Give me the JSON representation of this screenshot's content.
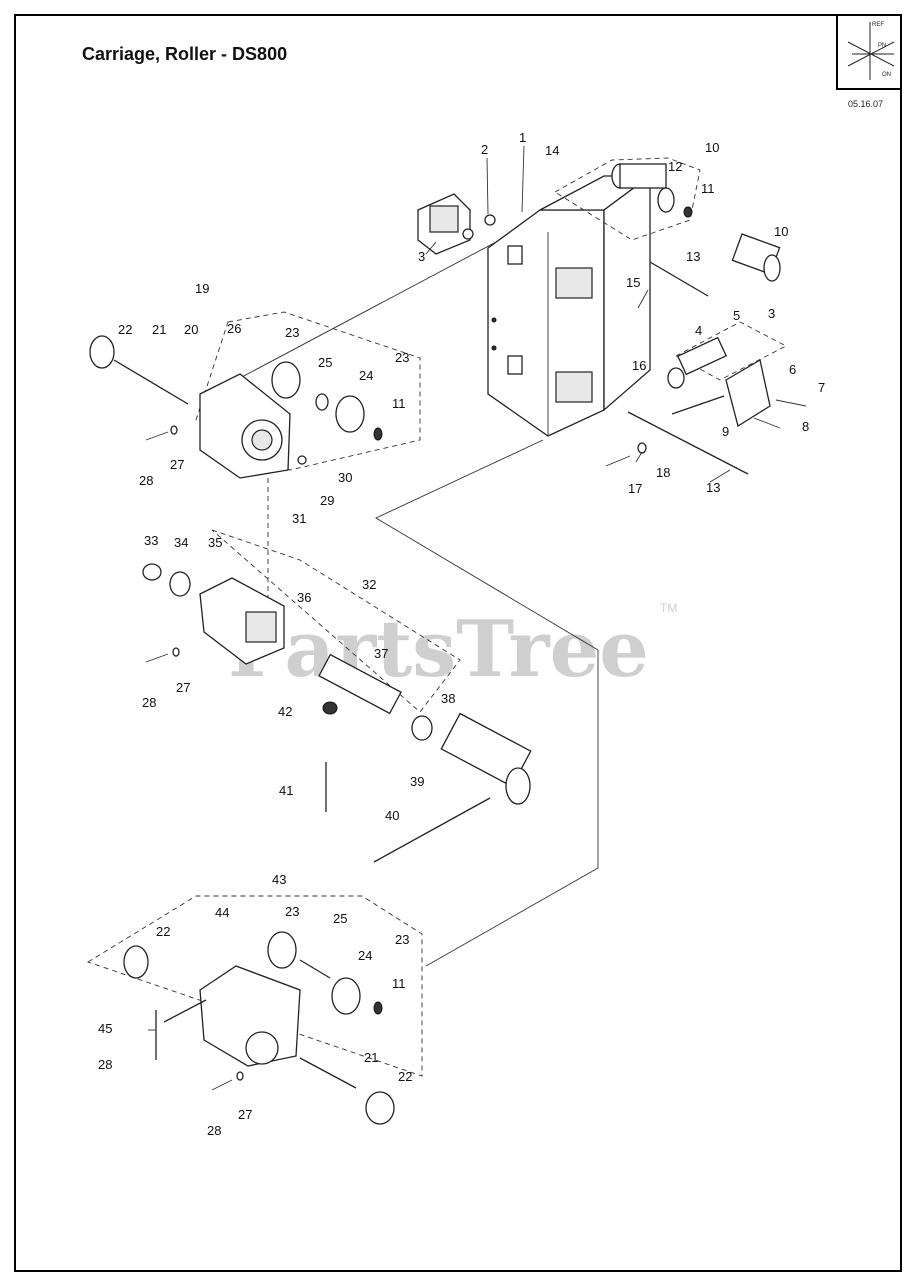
{
  "header": {
    "title": "Carriage, Roller - DS800",
    "date_code": "05.16.07"
  },
  "compass": {
    "labels": [
      "REF",
      "PN",
      "ON"
    ]
  },
  "watermark": {
    "text": "PartsTree",
    "tm": "TM"
  },
  "callouts": {
    "c1": "1",
    "c2": "2",
    "c3a": "3",
    "c3b": "3",
    "c4": "4",
    "c5": "5",
    "c6": "6",
    "c7": "7",
    "c8": "8",
    "c9": "9",
    "c10a": "10",
    "c10b": "10",
    "c11a": "11",
    "c11b": "11",
    "c11c": "11",
    "c12": "12",
    "c13a": "13",
    "c13b": "13",
    "c14": "14",
    "c15": "15",
    "c16": "16",
    "c17": "17",
    "c18": "18",
    "c19": "19",
    "c20": "20",
    "c21a": "21",
    "c21b": "21",
    "c22a": "22",
    "c22b": "22",
    "c22c": "22",
    "c23a": "23",
    "c23b": "23",
    "c23c": "23",
    "c23d": "23",
    "c24a": "24",
    "c24b": "24",
    "c25a": "25",
    "c25b": "25",
    "c26": "26",
    "c27a": "27",
    "c27b": "27",
    "c27c": "27",
    "c28a": "28",
    "c28b": "28",
    "c28c": "28",
    "c28d": "28",
    "c29": "29",
    "c30": "30",
    "c31": "31",
    "c32": "32",
    "c33": "33",
    "c34": "34",
    "c35": "35",
    "c36": "36",
    "c37": "37",
    "c38": "38",
    "c39": "39",
    "c40": "40",
    "c41": "41",
    "c42": "42",
    "c43": "43",
    "c44": "44",
    "c45": "45"
  }
}
